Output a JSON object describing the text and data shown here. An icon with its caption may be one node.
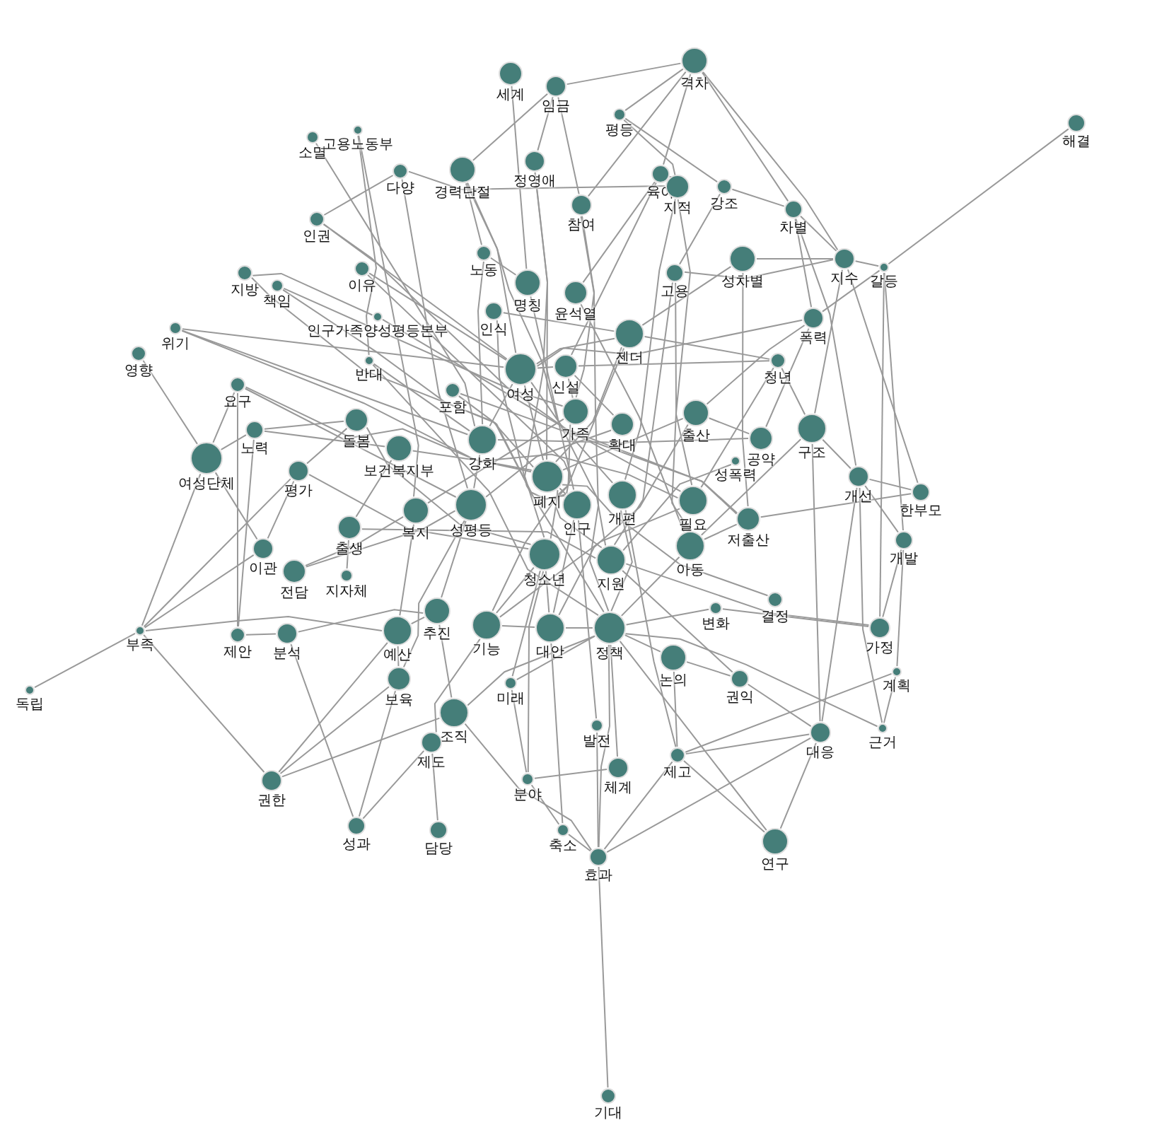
{
  "diagram": {
    "nodes": [
      {
        "text": [
          "격차"
        ]
      },
      {
        "text": [
          "세계"
        ]
      },
      {
        "text": [
          "임금"
        ]
      },
      {
        "text": [
          "해결"
        ]
      },
      {
        "text": [
          "평등"
        ]
      },
      {
        "text": [
          "소멸"
        ]
      },
      {
        "text": [
          "고용노동부"
        ]
      },
      {
        "text": [
          "다양"
        ]
      },
      {
        "text": [
          "경력단절"
        ]
      },
      {
        "text": [
          "정영애"
        ]
      },
      {
        "text": [
          "육아"
        ]
      },
      {
        "text": [
          "지적"
        ]
      },
      {
        "text": [
          "강조"
        ]
      },
      {
        "text": [
          "참여"
        ]
      },
      {
        "text": [
          "인권"
        ]
      },
      {
        "text": [
          "차별"
        ]
      },
      {
        "text": [
          "노동"
        ]
      },
      {
        "text": [
          "지수"
        ]
      },
      {
        "text": [
          "갈등"
        ]
      },
      {
        "text": [
          "성차별"
        ]
      },
      {
        "text": [
          "고용"
        ]
      },
      {
        "text": [
          "지방"
        ]
      },
      {
        "text": [
          "책임"
        ]
      },
      {
        "text": [
          "이유"
        ]
      },
      {
        "text": [
          "명칭"
        ]
      },
      {
        "text": [
          "윤석열"
        ]
      },
      {
        "text": [
          "인식"
        ]
      },
      {
        "text": [
          "폭력"
        ]
      },
      {
        "text": [
          "위기"
        ]
      },
      {
        "text": [
          "인구가족양성평등본부"
        ]
      },
      {
        "text": [
          "젠더"
        ]
      },
      {
        "text": [
          "영향"
        ]
      },
      {
        "text": [
          "반대"
        ]
      },
      {
        "text": [
          "청년"
        ]
      },
      {
        "text": [
          "여성"
        ]
      },
      {
        "text": [
          "신설"
        ]
      },
      {
        "text": [
          "요구"
        ]
      },
      {
        "text": [
          "포함"
        ]
      },
      {
        "text": [
          "가족"
        ]
      },
      {
        "text": [
          "출산"
        ]
      },
      {
        "text": [
          "돌봄"
        ]
      },
      {
        "text": [
          "확대"
        ]
      },
      {
        "text": [
          "구조"
        ]
      },
      {
        "text": [
          "노력"
        ]
      },
      {
        "text": [
          "공약"
        ]
      },
      {
        "text": [
          "성폭력"
        ]
      },
      {
        "text": [
          "강화"
        ]
      },
      {
        "text": [
          "보건복지부"
        ]
      },
      {
        "text": [
          "여성단체"
        ]
      },
      {
        "text": [
          "개선"
        ]
      },
      {
        "text": [
          "한부모"
        ]
      },
      {
        "text": [
          "평가"
        ]
      },
      {
        "text": [
          "폐지"
        ]
      },
      {
        "text": [
          "인구"
        ]
      },
      {
        "text": [
          "개편"
        ]
      },
      {
        "text": [
          "필요"
        ]
      },
      {
        "text": [
          "복지"
        ]
      },
      {
        "text": [
          "성평등"
        ]
      },
      {
        "text": [
          "저출산"
        ]
      },
      {
        "text": [
          "출생"
        ]
      },
      {
        "text": [
          "개발"
        ]
      },
      {
        "text": [
          "이관"
        ]
      },
      {
        "text": [
          "청소년"
        ]
      },
      {
        "text": [
          "아동"
        ]
      },
      {
        "text": [
          "지원"
        ]
      },
      {
        "text": [
          "전담"
        ]
      },
      {
        "text": [
          "지자체"
        ]
      },
      {
        "text": [
          "결정"
        ]
      },
      {
        "text": [
          "변화"
        ]
      },
      {
        "text": [
          "가정"
        ]
      },
      {
        "text": [
          "부족"
        ]
      },
      {
        "text": [
          "제안"
        ]
      },
      {
        "text": [
          "분석"
        ]
      },
      {
        "text": [
          "예산"
        ]
      },
      {
        "text": [
          "추진"
        ]
      },
      {
        "text": [
          "기능"
        ]
      },
      {
        "text": [
          "대안"
        ]
      },
      {
        "text": [
          "정책"
        ]
      },
      {
        "text": [
          "논의"
        ]
      },
      {
        "text": [
          "계획"
        ]
      },
      {
        "text": [
          "권익"
        ]
      },
      {
        "text": [
          "미래"
        ]
      },
      {
        "text": [
          "보육"
        ]
      },
      {
        "text": [
          "독립"
        ]
      },
      {
        "text": [
          "조직"
        ]
      },
      {
        "text": [
          "제도"
        ]
      },
      {
        "text": [
          "근거"
        ]
      },
      {
        "text": [
          "대응"
        ]
      },
      {
        "text": [
          "발전"
        ]
      },
      {
        "text": [
          "체계"
        ]
      },
      {
        "text": [
          "제고"
        ]
      },
      {
        "text": [
          "분야"
        ]
      },
      {
        "text": [
          "권한"
        ]
      },
      {
        "text": [
          "성과"
        ]
      },
      {
        "text": [
          "담당"
        ]
      },
      {
        "text": [
          "연구"
        ]
      },
      {
        "text": [
          "축소"
        ]
      },
      {
        "text": [
          "효과"
        ]
      },
      {
        "text": [
          "기대"
        ]
      }
    ],
    "edges": [
      {
        "from": 3,
        "to": 18,
        "arrow": "none"
      },
      {
        "from": 98,
        "to": 97,
        "arrow": "none"
      },
      {
        "from": 83,
        "to": 70,
        "arrow": "none"
      },
      {
        "from": 70,
        "to": 92,
        "arrow": "none"
      },
      {
        "from": 70,
        "to": 73,
        "arrow": "none"
      },
      {
        "from": 70,
        "to": 48,
        "arrow": "none"
      },
      {
        "from": 70,
        "to": 51,
        "arrow": "none"
      },
      {
        "from": 70,
        "to": 61,
        "arrow": "none"
      },
      {
        "from": 31,
        "to": 48,
        "arrow": "none"
      },
      {
        "from": 0,
        "to": 2,
        "arrow": "none"
      },
      {
        "from": 0,
        "to": 4,
        "arrow": "none"
      },
      {
        "from": 0,
        "to": 15,
        "arrow": "none"
      },
      {
        "from": 0,
        "to": 17,
        "arrow": "none"
      },
      {
        "from": 0,
        "to": 10,
        "arrow": "none"
      },
      {
        "from": 0,
        "to": 13,
        "arrow": "none"
      },
      {
        "from": 1,
        "to": 24,
        "arrow": "none"
      },
      {
        "from": 4,
        "to": 11,
        "arrow": "none"
      },
      {
        "from": 4,
        "to": 12,
        "arrow": "none"
      },
      {
        "from": 2,
        "to": 8,
        "arrow": "none"
      },
      {
        "from": 2,
        "to": 13,
        "arrow": "none"
      },
      {
        "from": 2,
        "to": 9,
        "arrow": "none"
      },
      {
        "from": 15,
        "to": 27,
        "arrow": "none"
      },
      {
        "from": 15,
        "to": 17,
        "arrow": "none"
      },
      {
        "from": 15,
        "to": 49,
        "arrow": "none"
      },
      {
        "from": 17,
        "to": 19,
        "arrow": "none"
      },
      {
        "from": 17,
        "to": 18,
        "arrow": "none"
      },
      {
        "from": 17,
        "to": 20,
        "arrow": "none"
      },
      {
        "from": 17,
        "to": 42,
        "arrow": "none"
      },
      {
        "from": 17,
        "to": 50,
        "arrow": "none"
      },
      {
        "from": 18,
        "to": 27,
        "arrow": "none"
      },
      {
        "from": 18,
        "to": 69,
        "arrow": "none"
      },
      {
        "from": 18,
        "to": 60,
        "arrow": "none"
      },
      {
        "from": 12,
        "to": 20,
        "arrow": "none"
      },
      {
        "from": 12,
        "to": 15,
        "arrow": "none"
      },
      {
        "from": 19,
        "to": 30,
        "arrow": "none"
      },
      {
        "from": 19,
        "to": 58,
        "arrow": "none"
      },
      {
        "from": 27,
        "to": 34,
        "arrow": "none"
      },
      {
        "from": 27,
        "to": 44,
        "arrow": "none"
      },
      {
        "from": 27,
        "to": 39,
        "arrow": "none"
      },
      {
        "from": 33,
        "to": 30,
        "arrow": "none"
      },
      {
        "from": 33,
        "to": 35,
        "arrow": "none"
      },
      {
        "from": 33,
        "to": 55,
        "arrow": "none"
      },
      {
        "from": 33,
        "to": 42,
        "arrow": "none"
      },
      {
        "from": 42,
        "to": 49,
        "arrow": "none"
      },
      {
        "from": 42,
        "to": 87,
        "arrow": "none"
      },
      {
        "from": 42,
        "to": 63,
        "arrow": "none"
      },
      {
        "from": 49,
        "to": 50,
        "arrow": "none"
      },
      {
        "from": 49,
        "to": 60,
        "arrow": "none"
      },
      {
        "from": 49,
        "to": 87,
        "arrow": "none"
      },
      {
        "from": 49,
        "to": 86,
        "arrow": "none"
      },
      {
        "from": 50,
        "to": 58,
        "arrow": "none"
      },
      {
        "from": 60,
        "to": 69,
        "arrow": "none"
      },
      {
        "from": 60,
        "to": 79,
        "arrow": "none"
      },
      {
        "from": 69,
        "to": 68,
        "arrow": "none"
      },
      {
        "from": 69,
        "to": 64,
        "arrow": "none"
      },
      {
        "from": 79,
        "to": 86,
        "arrow": "none"
      },
      {
        "from": 79,
        "to": 90,
        "arrow": "none"
      },
      {
        "from": 86,
        "to": 77,
        "arrow": "none"
      },
      {
        "from": 87,
        "to": 95,
        "arrow": "none"
      },
      {
        "from": 87,
        "to": 80,
        "arrow": "none"
      },
      {
        "from": 87,
        "to": 90,
        "arrow": "none"
      },
      {
        "from": 87,
        "to": 97,
        "arrow": "none"
      },
      {
        "from": 95,
        "to": 90,
        "arrow": "none"
      },
      {
        "from": 95,
        "to": 77,
        "arrow": "none"
      },
      {
        "from": 97,
        "to": 90,
        "arrow": "none"
      },
      {
        "from": 97,
        "to": 96,
        "arrow": "none"
      },
      {
        "from": 97,
        "to": 88,
        "arrow": "none"
      },
      {
        "from": 97,
        "to": 77,
        "arrow": "none"
      },
      {
        "from": 97,
        "to": 84,
        "arrow": "none"
      },
      {
        "from": 96,
        "to": 76,
        "arrow": "none"
      },
      {
        "from": 96,
        "to": 91,
        "arrow": "none"
      },
      {
        "from": 91,
        "to": 81,
        "arrow": "none"
      },
      {
        "from": 91,
        "to": 62,
        "arrow": "none"
      },
      {
        "from": 91,
        "to": 89,
        "arrow": "none"
      },
      {
        "from": 89,
        "to": 77,
        "arrow": "none"
      },
      {
        "from": 88,
        "to": 53,
        "arrow": "none"
      },
      {
        "from": 90,
        "to": 78,
        "arrow": "none"
      },
      {
        "from": 90,
        "to": 54,
        "arrow": "none"
      },
      {
        "from": 92,
        "to": 82,
        "arrow": "none"
      },
      {
        "from": 92,
        "to": 73,
        "arrow": "none"
      },
      {
        "from": 92,
        "to": 84,
        "arrow": "none"
      },
      {
        "from": 93,
        "to": 82,
        "arrow": "none"
      },
      {
        "from": 93,
        "to": 85,
        "arrow": "none"
      },
      {
        "from": 93,
        "to": 72,
        "arrow": "none"
      },
      {
        "from": 94,
        "to": 85,
        "arrow": "none"
      },
      {
        "from": 85,
        "to": 75,
        "arrow": "none"
      },
      {
        "from": 84,
        "to": 74,
        "arrow": "none"
      },
      {
        "from": 82,
        "to": 73,
        "arrow": "none"
      },
      {
        "from": 72,
        "to": 71,
        "arrow": "none"
      },
      {
        "from": 72,
        "to": 74,
        "arrow": "none"
      },
      {
        "from": 71,
        "to": 36,
        "arrow": "none"
      },
      {
        "from": 71,
        "to": 43,
        "arrow": "none"
      },
      {
        "from": 61,
        "to": 51,
        "arrow": "none"
      },
      {
        "from": 61,
        "to": 48,
        "arrow": "none"
      },
      {
        "from": 65,
        "to": 56,
        "arrow": "none"
      },
      {
        "from": 66,
        "to": 59,
        "arrow": "none"
      },
      {
        "from": 48,
        "to": 36,
        "arrow": "none"
      },
      {
        "from": 48,
        "to": 43,
        "arrow": "none"
      },
      {
        "from": 36,
        "to": 52,
        "arrow": "none"
      },
      {
        "from": 36,
        "to": 57,
        "arrow": "none"
      },
      {
        "from": 43,
        "to": 40,
        "arrow": "none"
      },
      {
        "from": 43,
        "to": 47,
        "arrow": "none"
      },
      {
        "from": 51,
        "to": 62,
        "arrow": "none"
      },
      {
        "from": 51,
        "to": 40,
        "arrow": "none"
      },
      {
        "from": 28,
        "to": 34,
        "arrow": "none"
      },
      {
        "from": 28,
        "to": 46,
        "arrow": "none"
      },
      {
        "from": 28,
        "to": 52,
        "arrow": "none"
      },
      {
        "from": 21,
        "to": 52,
        "arrow": "none"
      },
      {
        "from": 21,
        "to": 29,
        "arrow": "none"
      },
      {
        "from": 22,
        "to": 38,
        "arrow": "none"
      },
      {
        "from": 22,
        "to": 53,
        "arrow": "none"
      },
      {
        "from": 14,
        "to": 34,
        "arrow": "none"
      },
      {
        "from": 14,
        "to": 7,
        "arrow": "none"
      },
      {
        "from": 14,
        "to": 55,
        "arrow": "none"
      },
      {
        "from": 23,
        "to": 34,
        "arrow": "none"
      },
      {
        "from": 23,
        "to": 53,
        "arrow": "none"
      },
      {
        "from": 5,
        "to": 46,
        "arrow": "none"
      },
      {
        "from": 6,
        "to": 56,
        "arrow": "none"
      },
      {
        "from": 6,
        "to": 32,
        "arrow": "none"
      },
      {
        "from": 7,
        "to": 57,
        "arrow": "none"
      },
      {
        "from": 7,
        "to": 11,
        "arrow": "none"
      },
      {
        "from": 8,
        "to": 64,
        "arrow": "none"
      },
      {
        "from": 8,
        "to": 16,
        "arrow": "none"
      },
      {
        "from": 8,
        "to": 34,
        "arrow": "none"
      },
      {
        "from": 9,
        "to": 52,
        "arrow": "none"
      },
      {
        "from": 9,
        "to": 62,
        "arrow": "none"
      },
      {
        "from": 13,
        "to": 38,
        "arrow": "none"
      },
      {
        "from": 13,
        "to": 77,
        "arrow": "none"
      },
      {
        "from": 11,
        "to": 54,
        "arrow": "none"
      },
      {
        "from": 11,
        "to": 63,
        "arrow": "none"
      },
      {
        "from": 16,
        "to": 24,
        "arrow": "none"
      },
      {
        "from": 16,
        "to": 46,
        "arrow": "none"
      },
      {
        "from": 10,
        "to": 25,
        "arrow": "none"
      },
      {
        "from": 10,
        "to": 35,
        "arrow": "none"
      },
      {
        "from": 20,
        "to": 55,
        "arrow": "none"
      },
      {
        "from": 20,
        "to": 64,
        "arrow": "none"
      },
      {
        "from": 24,
        "to": 53,
        "arrow": "none"
      },
      {
        "from": 25,
        "to": 63,
        "arrow": "none"
      },
      {
        "from": 26,
        "to": 77,
        "arrow": "none"
      },
      {
        "from": 26,
        "to": 30,
        "arrow": "none"
      },
      {
        "from": 30,
        "to": 34,
        "arrow": "none"
      },
      {
        "from": 30,
        "to": 52,
        "arrow": "none"
      },
      {
        "from": 30,
        "to": 62,
        "arrow": "none"
      },
      {
        "from": 29,
        "to": 58,
        "arrow": "none"
      },
      {
        "from": 32,
        "to": 77,
        "arrow": "none"
      },
      {
        "from": 32,
        "to": 46,
        "arrow": "none"
      },
      {
        "from": 34,
        "to": 35,
        "arrow": "none"
      },
      {
        "from": 34,
        "to": 46,
        "arrow": "none"
      },
      {
        "from": 34,
        "to": 52,
        "arrow": "none"
      },
      {
        "from": 34,
        "to": 54,
        "arrow": "none"
      },
      {
        "from": 35,
        "to": 38,
        "arrow": "none"
      },
      {
        "from": 35,
        "to": 41,
        "arrow": "none"
      },
      {
        "from": 37,
        "to": 58,
        "arrow": "none"
      },
      {
        "from": 37,
        "to": 53,
        "arrow": "none"
      },
      {
        "from": 38,
        "to": 56,
        "arrow": "none"
      },
      {
        "from": 38,
        "to": 75,
        "arrow": "none"
      },
      {
        "from": 39,
        "to": 44,
        "arrow": "none"
      },
      {
        "from": 39,
        "to": 52,
        "arrow": "none"
      },
      {
        "from": 39,
        "to": 76,
        "arrow": "none"
      },
      {
        "from": 40,
        "to": 62,
        "arrow": "none"
      },
      {
        "from": 41,
        "to": 57,
        "arrow": "none"
      },
      {
        "from": 44,
        "to": 46,
        "arrow": "none"
      },
      {
        "from": 45,
        "to": 64,
        "arrow": "none"
      },
      {
        "from": 46,
        "to": 57,
        "arrow": "none"
      },
      {
        "from": 47,
        "to": 55,
        "arrow": "none"
      },
      {
        "from": 52,
        "to": 53,
        "arrow": "none"
      },
      {
        "from": 52,
        "to": 64,
        "arrow": "none"
      },
      {
        "from": 53,
        "to": 76,
        "arrow": "none"
      },
      {
        "from": 54,
        "to": 77,
        "arrow": "none"
      },
      {
        "from": 55,
        "to": 75,
        "arrow": "none"
      },
      {
        "from": 56,
        "to": 73,
        "arrow": "none"
      },
      {
        "from": 57,
        "to": 74,
        "arrow": "none"
      },
      {
        "from": 58,
        "to": 63,
        "arrow": "none"
      },
      {
        "from": 59,
        "to": 64,
        "arrow": "none"
      },
      {
        "from": 62,
        "to": 75,
        "arrow": "none"
      },
      {
        "from": 62,
        "to": 76,
        "arrow": "none"
      },
      {
        "from": 63,
        "to": 77,
        "arrow": "none"
      },
      {
        "from": 64,
        "to": 80,
        "arrow": "none"
      },
      {
        "from": 65,
        "to": 57,
        "arrow": "none"
      },
      {
        "from": 67,
        "to": 52,
        "arrow": "none"
      },
      {
        "from": 68,
        "to": 77,
        "arrow": "none"
      },
      {
        "from": 73,
        "to": 74,
        "arrow": "none"
      },
      {
        "from": 75,
        "to": 76,
        "arrow": "none"
      },
      {
        "from": 76,
        "to": 77,
        "arrow": "none"
      },
      {
        "from": 77,
        "to": 78,
        "arrow": "none"
      },
      {
        "from": 78,
        "to": 80,
        "arrow": "none"
      },
      {
        "from": 81,
        "to": 62,
        "arrow": "none"
      },
      {
        "from": 81,
        "to": 77,
        "arrow": "none"
      },
      {
        "from": 84,
        "to": 77,
        "arrow": "none"
      },
      {
        "from": 82,
        "to": 57,
        "arrow": "none"
      },
      {
        "from": 59,
        "to": 47,
        "arrow": "none"
      }
    ]
  }
}
